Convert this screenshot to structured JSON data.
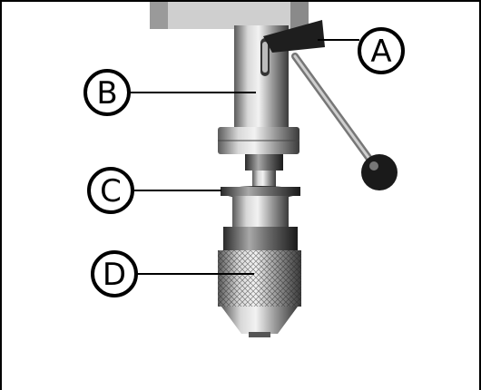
{
  "callouts": [
    {
      "id": "A",
      "label": "A"
    },
    {
      "id": "B",
      "label": "B"
    },
    {
      "id": "C",
      "label": "C"
    },
    {
      "id": "D",
      "label": "D"
    }
  ]
}
